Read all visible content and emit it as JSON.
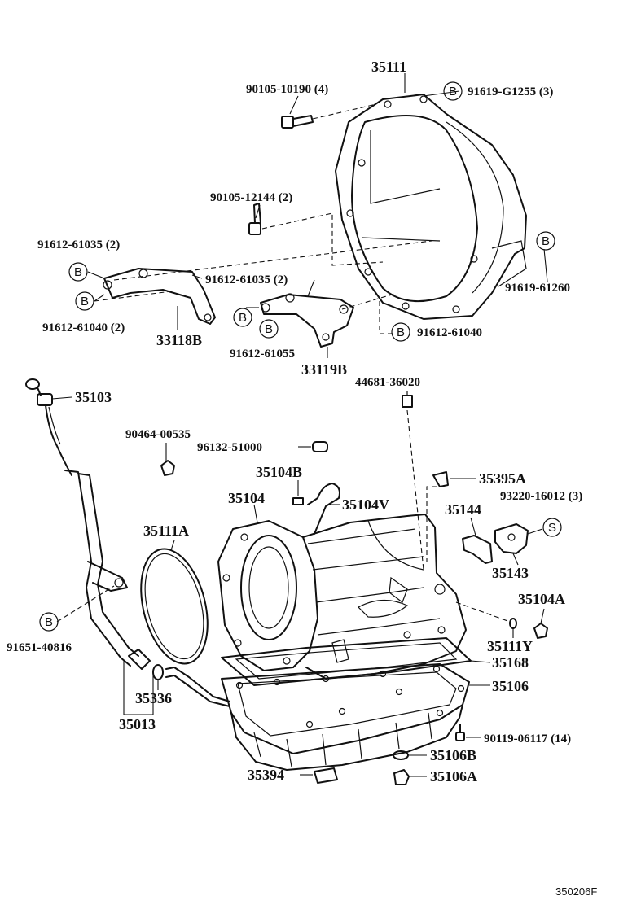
{
  "labels": {
    "p35111": "35111",
    "p90105_10190": "90105-10190 (4)",
    "p91619_g1255": "91619-G1255 (3)",
    "p90105_12144": "90105-12144 (2)",
    "p91612_61035_a": "91612-61035 (2)",
    "p91612_61035_b": "91612-61035 (2)",
    "p91612_61040_a": "91612-61040 (2)",
    "p33118b": "33118B",
    "p91619_61260": "91619-61260",
    "p91612_61055": "91612-61055",
    "p33119b": "33119B",
    "p91612_61040_b": "91612-61040",
    "p35103": "35103",
    "p44681": "44681-36020",
    "p90464": "90464-00535",
    "p96132": "96132-51000",
    "p35104b": "35104B",
    "p35395a": "35395A",
    "p35104": "35104",
    "p35104v": "35104V",
    "p93220": "93220-16012 (3)",
    "p35144": "35144",
    "p35111a": "35111A",
    "p35143": "35143",
    "p35104a": "35104A",
    "p91651": "91651-40816",
    "p35111y": "35111Y",
    "p35168": "35168",
    "p35106": "35106",
    "p35336": "35336",
    "p35013": "35013",
    "p90119": "90119-06117 (14)",
    "p35106b": "35106B",
    "p35394": "35394",
    "p35106a": "35106A"
  },
  "markers": {
    "b": "B",
    "s": "S"
  },
  "diagram_code": "350206F"
}
